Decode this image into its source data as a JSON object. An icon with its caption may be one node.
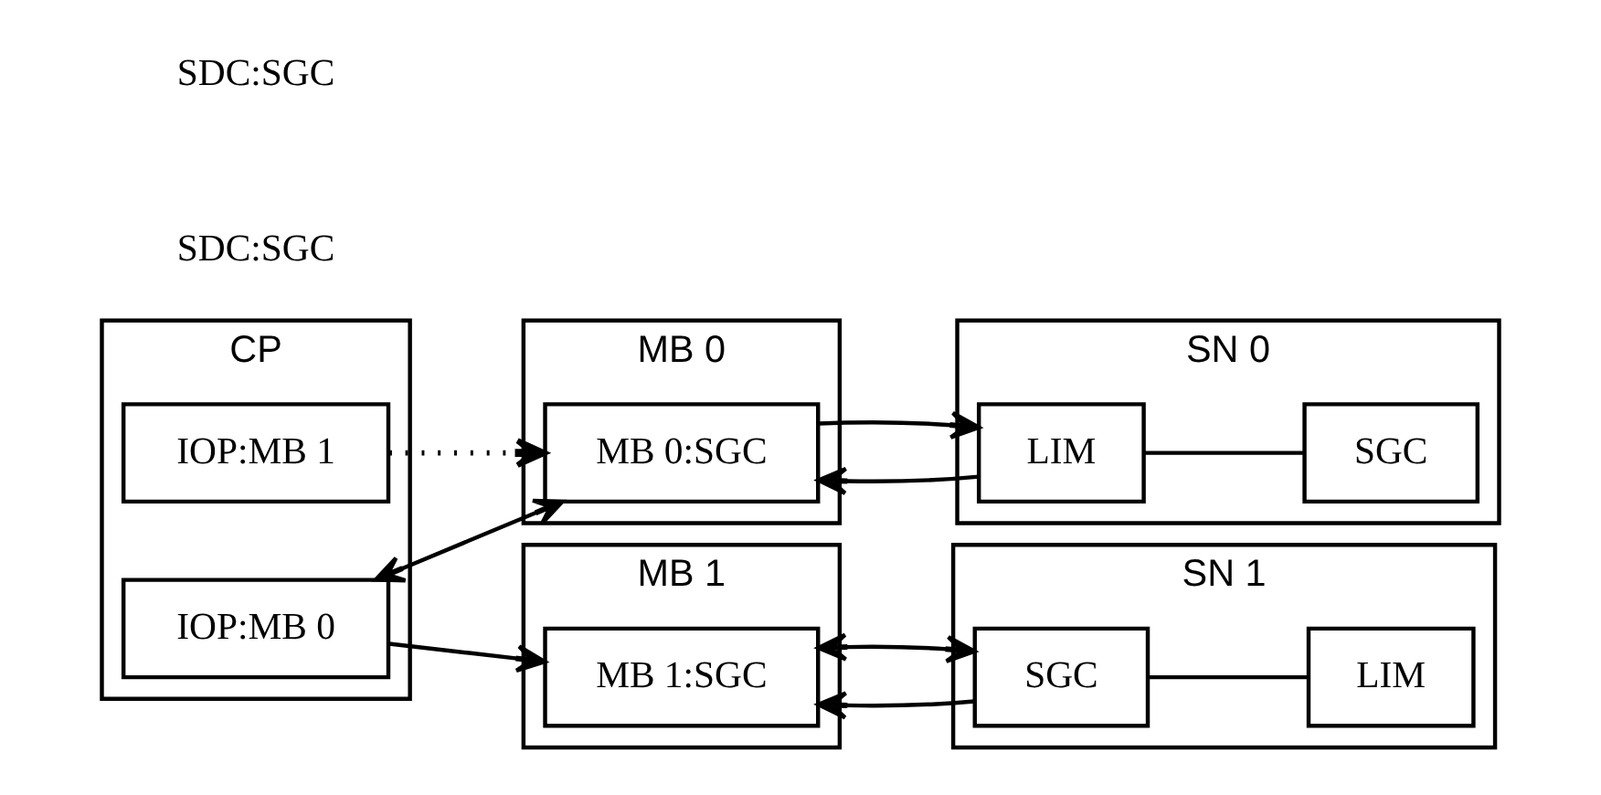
{
  "diagram": {
    "nodes": [
      {
        "text": [
          "CP"
        ]
      },
      {
        "text": [
          "IOP:MB 0"
        ],
        "in": 0
      },
      {
        "text": [
          "IOP:MB 1"
        ],
        "in": 0
      },
      {
        "text": [
          "MB 0"
        ]
      },
      {
        "text": [
          "MB 0:SGC"
        ],
        "in": 3
      },
      {
        "text": [
          "MB 1"
        ]
      },
      {
        "text": [
          "MB 1:SGC"
        ],
        "in": 5
      },
      {
        "text": [
          "SN 0"
        ]
      },
      {
        "text": [
          "LIM"
        ],
        "in": 7
      },
      {
        "text": [
          "SGC"
        ],
        "in": 7
      },
      {
        "text": [
          "SN 1"
        ]
      },
      {
        "text": [
          "SGC"
        ],
        "in": 10
      },
      {
        "text": [
          "LIM"
        ],
        "in": 10
      }
    ],
    "edges": [
      {
        "from": 1,
        "to": 4,
        "arrow": "both"
      },
      {
        "from": 1,
        "to": 6,
        "arrow": "to"
      },
      {
        "from": 2,
        "to": 4,
        "arrow": "to",
        "style": "dashed"
      },
      {
        "from": 8,
        "to": 4,
        "arrow": "to"
      },
      {
        "from": 4,
        "to": 8,
        "arrow": "to"
      },
      {
        "from": 8,
        "to": 9,
        "arrow": "none"
      },
      {
        "from": 11,
        "to": 6,
        "arrow": "to"
      },
      {
        "from": 6,
        "to": 11,
        "arrow": "both"
      },
      {
        "from": 11,
        "to": 12,
        "arrow": "none"
      }
    ],
    "labels": [
      "SDC:SGC",
      "SDC:SGC"
    ]
  }
}
